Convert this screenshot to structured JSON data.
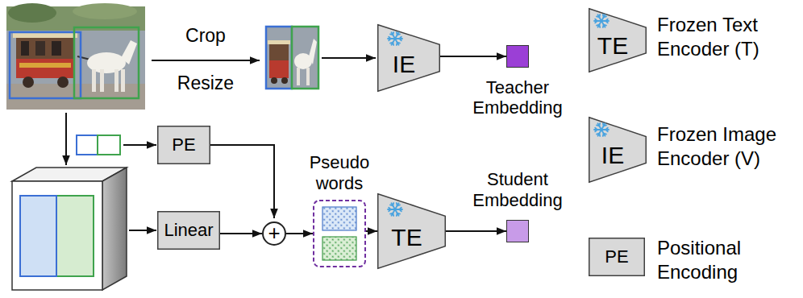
{
  "diagram": {
    "nodes": [
      {
        "text": [
          "IE"
        ]
      },
      {
        "text": [
          "Teacher Embedding"
        ]
      },
      {
        "text": [
          "PE"
        ]
      },
      {
        "text": [
          "Pseudo words"
        ]
      },
      {
        "text": [
          "Student Embedding"
        ]
      },
      {
        "text": [
          "Linear"
        ]
      },
      {
        "text": [
          "+"
        ]
      },
      {
        "text": [
          "TE"
        ]
      }
    ],
    "edges": [
      {
        "from": 0,
        "to": 1,
        "arrow": "to"
      },
      {
        "from": 2,
        "to": 6,
        "arrow": "to"
      },
      {
        "from": 5,
        "to": 6,
        "arrow": "to"
      },
      {
        "from": 6,
        "to": 3,
        "arrow": "to"
      },
      {
        "from": 3,
        "to": 7,
        "arrow": "to"
      },
      {
        "from": 7,
        "to": 4,
        "arrow": "to"
      }
    ],
    "labels": [
      "Crop",
      "Resize",
      "TE",
      "IE",
      "PE"
    ],
    "legend": [
      {
        "text": "Frozen Text Encoder (T)"
      },
      {
        "text": "Frozen Image Encoder (V)"
      },
      {
        "text": "Positional Encoding"
      }
    ]
  }
}
